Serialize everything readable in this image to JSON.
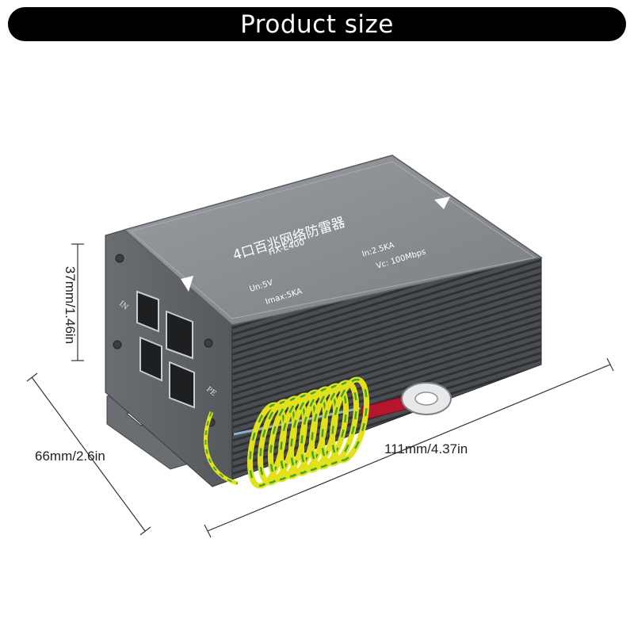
{
  "header": {
    "title": "Product size"
  },
  "dimensions": {
    "height": "37mm/1.46in",
    "depth": "66mm/2.6in",
    "width": "111mm/4.37in"
  },
  "device": {
    "name": "4口百兆网络防雷器",
    "model": "HX-E400",
    "un": "Un:5V",
    "in": "In:2.5KA",
    "imax": "Imax:5KA",
    "vc": "Vc: 100Mbps",
    "port_in_label": "IN",
    "port_pe_label": "PE"
  },
  "colors": {
    "title_bar": "#000000",
    "housing": "#6b6e72",
    "housing_top": "#8a8d91",
    "spring_yellow": "#e3e21a",
    "spring_green": "#3fa33a"
  }
}
